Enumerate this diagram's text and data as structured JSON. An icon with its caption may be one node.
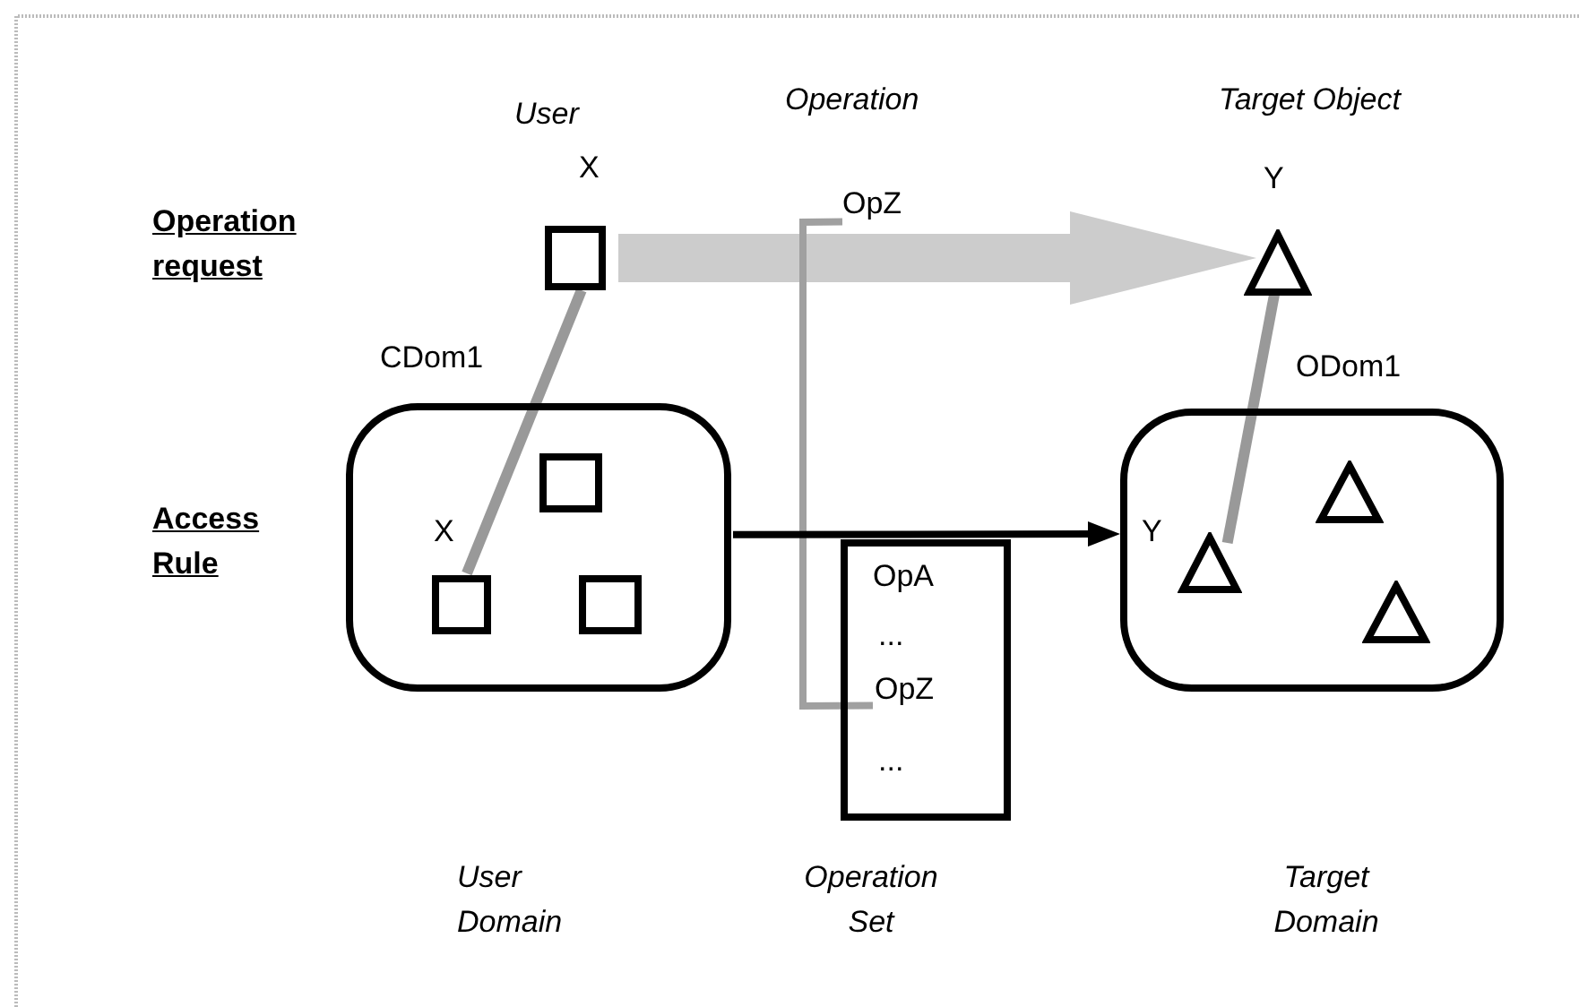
{
  "diagram": {
    "nodes": [
      {
        "text": [],
        "shape": "box",
        "beside": [
          "X"
        ]
      },
      {
        "text": [
          "OpZ"
        ]
      },
      {
        "text": [],
        "shape": "triangle",
        "beside": [
          "Y"
        ]
      },
      {
        "text": [
          "CDom1"
        ]
      },
      {
        "text": [],
        "shape": "box",
        "in": 3
      },
      {
        "text": [],
        "shape": "box",
        "in": 3,
        "beside": [
          "X"
        ]
      },
      {
        "text": [],
        "shape": "box",
        "in": 3
      },
      {
        "text": [
          "OpA",
          "...",
          "..."
        ]
      },
      {
        "text": [
          "OpZ"
        ],
        "in": 7
      },
      {
        "text": [
          "ODom1"
        ]
      },
      {
        "text": [],
        "shape": "triangle",
        "in": 9
      },
      {
        "text": [],
        "shape": "triangle",
        "in": 9,
        "beside": [
          "Y"
        ]
      },
      {
        "text": [],
        "shape": "triangle",
        "in": 9
      }
    ],
    "edges": [
      {
        "from": 0,
        "to": 2,
        "arrow": "to",
        "style": "thick",
        "color": "#cccccc"
      },
      {
        "from": 0,
        "to": 5,
        "arrow": "none",
        "color": "#999999"
      },
      {
        "from": 2,
        "to": 11,
        "arrow": "none",
        "color": "#999999"
      },
      {
        "from": 1,
        "to": 8,
        "arrow": "none",
        "color": "#a0a0a0"
      },
      {
        "from": 3,
        "to": 9,
        "arrow": "to",
        "color": "#000000"
      }
    ],
    "labels": [
      "User",
      "Operation",
      "Target Object",
      "Operation request",
      "Access Rule",
      "User Domain",
      "Operation Set",
      "Target Domain"
    ]
  }
}
